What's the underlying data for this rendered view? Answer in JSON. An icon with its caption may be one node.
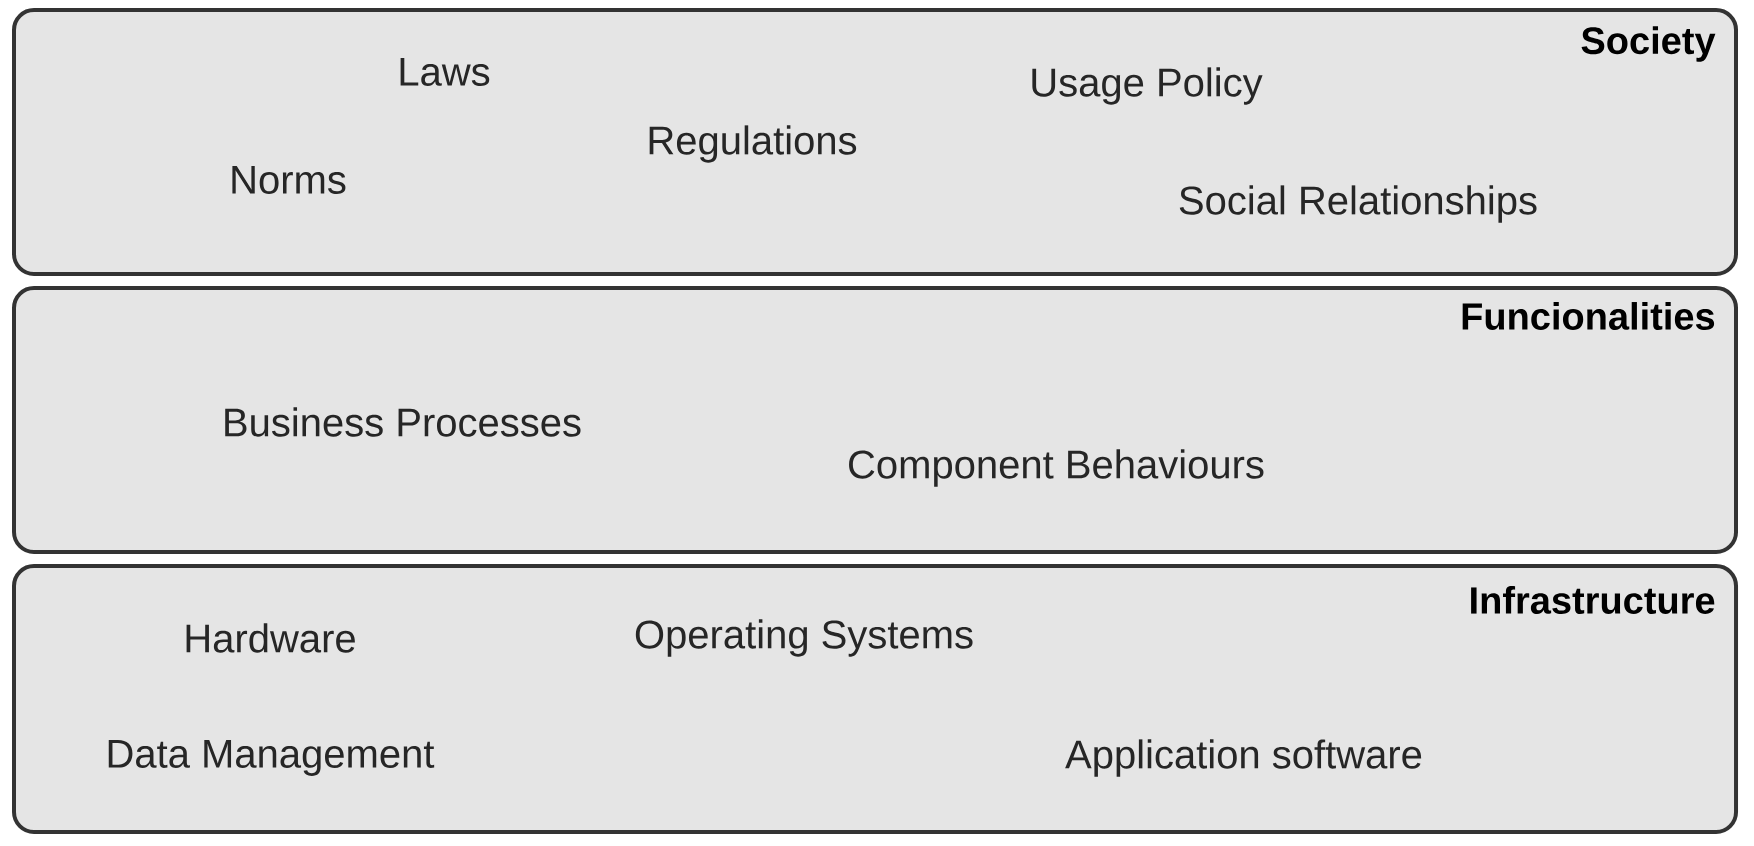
{
  "diagram": {
    "nodes": [
      {
        "text": [
          "Society",
          "Laws",
          "Usage Policy",
          "Regulations",
          "Norms",
          "Social Relationships"
        ]
      },
      {
        "text": [
          "Funcionalities",
          "Business Processes",
          "Component Behaviours"
        ]
      },
      {
        "text": [
          "Infrastructure",
          "Hardware",
          "Operating Systems",
          "Data Management",
          "Application software"
        ]
      }
    ]
  }
}
